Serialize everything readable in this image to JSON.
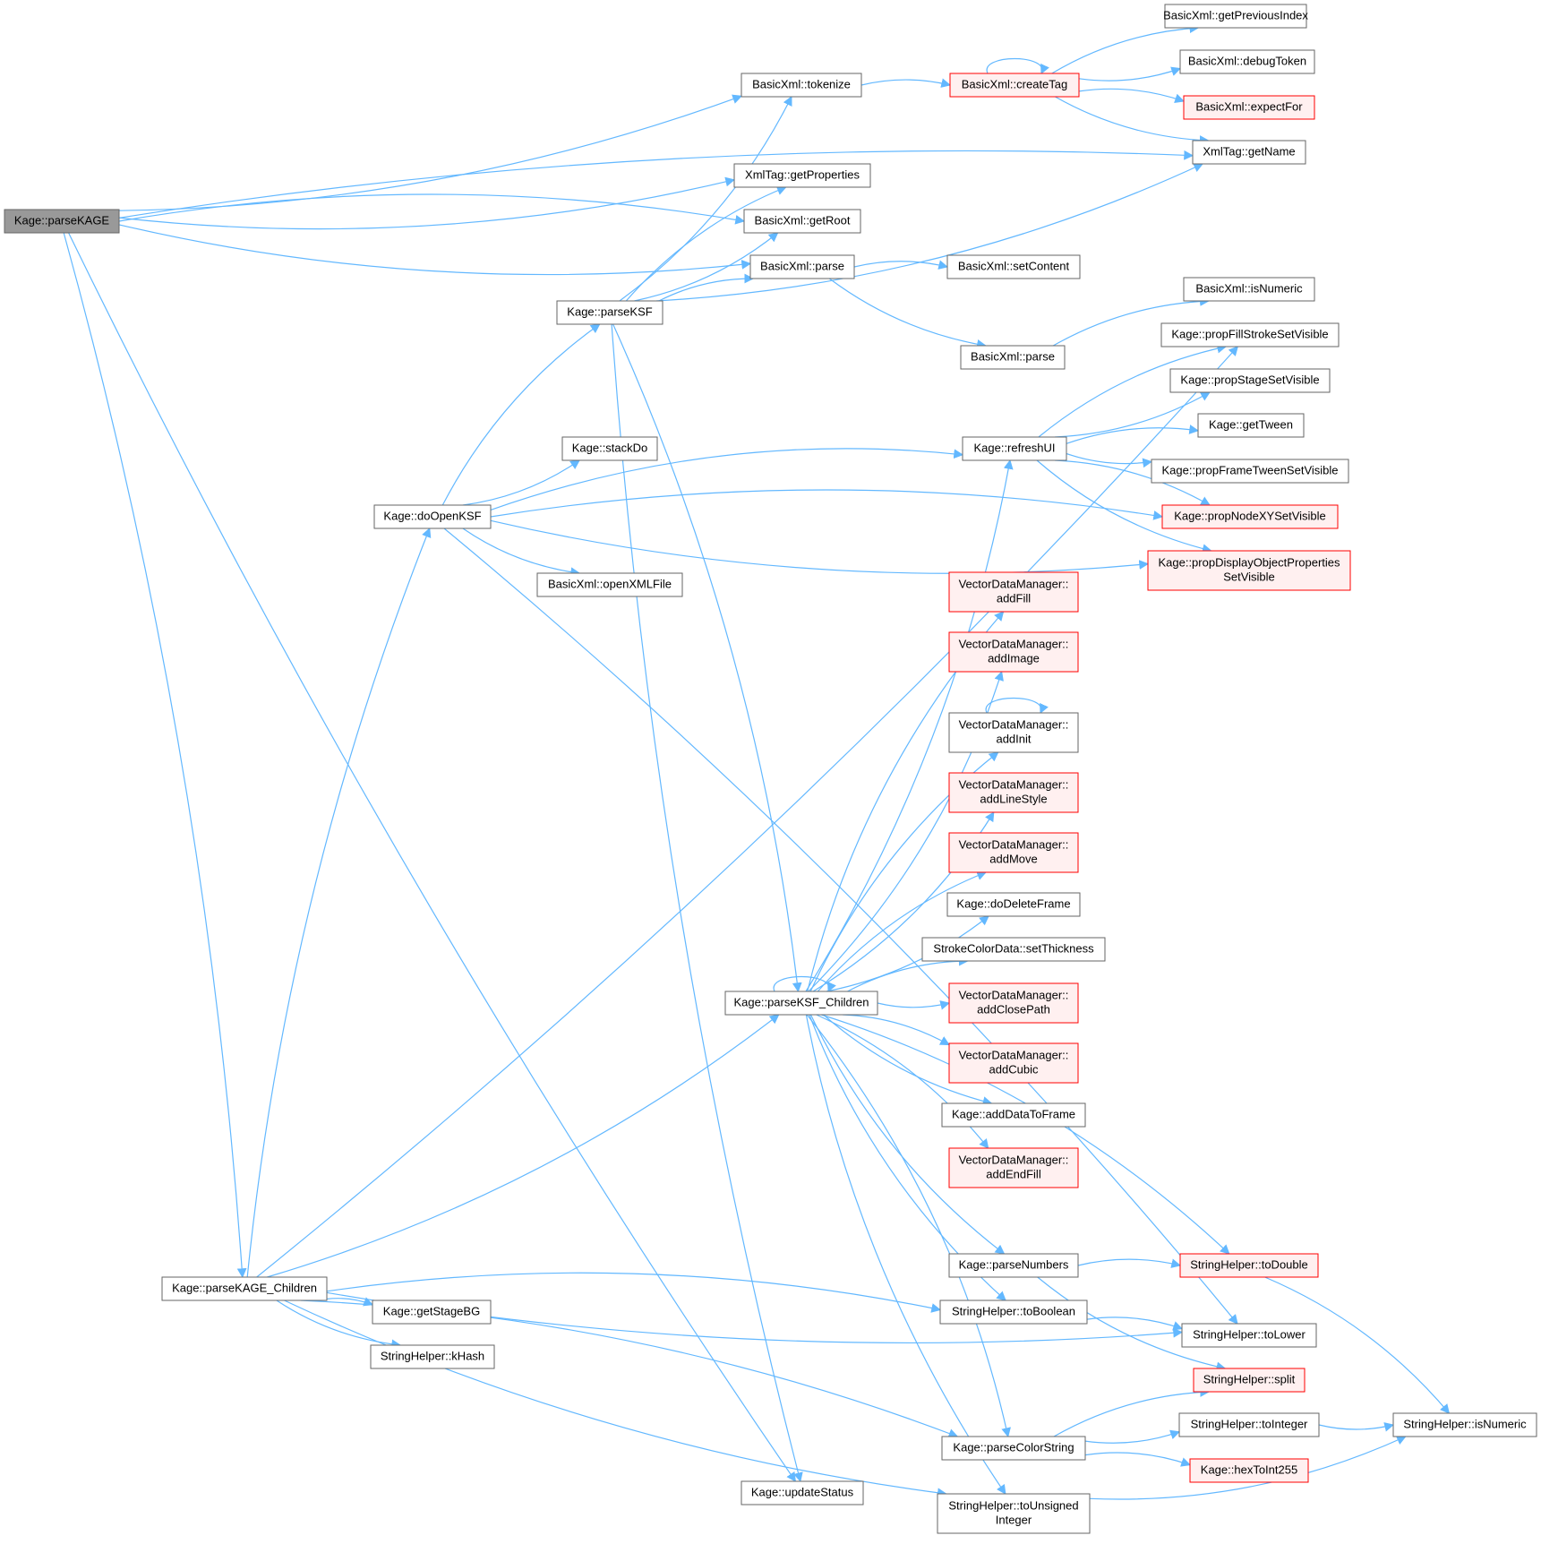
{
  "nodes": [
    {
      "id": "parseKAGE",
      "label": "Kage::parseKAGE",
      "kind": "root"
    },
    {
      "id": "tokenize",
      "label": "BasicXml::tokenize",
      "kind": "normal"
    },
    {
      "id": "createTag",
      "label": "BasicXml::createTag",
      "kind": "truncated"
    },
    {
      "id": "getPreviousIndex",
      "label": "BasicXml::getPreviousIndex",
      "kind": "normal"
    },
    {
      "id": "debugToken",
      "label": "BasicXml::debugToken",
      "kind": "normal"
    },
    {
      "id": "expectFor",
      "label": "BasicXml::expectFor",
      "kind": "truncated"
    },
    {
      "id": "getName",
      "label": "XmlTag::getName",
      "kind": "normal"
    },
    {
      "id": "getProperties",
      "label": "XmlTag::getProperties",
      "kind": "normal"
    },
    {
      "id": "getRoot",
      "label": "BasicXml::getRoot",
      "kind": "normal"
    },
    {
      "id": "parse1",
      "label": "BasicXml::parse",
      "kind": "normal"
    },
    {
      "id": "setContent",
      "label": "BasicXml::setContent",
      "kind": "normal"
    },
    {
      "id": "parseKSF",
      "label": "Kage::parseKSF",
      "kind": "normal"
    },
    {
      "id": "isNumericXml",
      "label": "BasicXml::isNumeric",
      "kind": "normal"
    },
    {
      "id": "parse2",
      "label": "BasicXml::parse",
      "kind": "normal"
    },
    {
      "id": "propFillStroke",
      "label": "Kage::propFillStrokeSetVisible",
      "kind": "normal"
    },
    {
      "id": "propStage",
      "label": "Kage::propStageSetVisible",
      "kind": "normal"
    },
    {
      "id": "stackDo",
      "label": "Kage::stackDo",
      "kind": "normal"
    },
    {
      "id": "refreshUI",
      "label": "Kage::refreshUI",
      "kind": "normal"
    },
    {
      "id": "getTween",
      "label": "Kage::getTween",
      "kind": "normal"
    },
    {
      "id": "propFrameTween",
      "label": "Kage::propFrameTweenSetVisible",
      "kind": "normal"
    },
    {
      "id": "doOpenKSF",
      "label": "Kage::doOpenKSF",
      "kind": "normal"
    },
    {
      "id": "propNodeXY",
      "label": "Kage::propNodeXYSetVisible",
      "kind": "truncated"
    },
    {
      "id": "openXMLFile",
      "label": "BasicXml::openXMLFile",
      "kind": "normal"
    },
    {
      "id": "propDisplayObject",
      "label": "Kage::propDisplayObjectProperties\nSetVisible",
      "kind": "truncated"
    },
    {
      "id": "addFill",
      "label": "VectorDataManager::\naddFill",
      "kind": "truncated"
    },
    {
      "id": "addImage",
      "label": "VectorDataManager::\naddImage",
      "kind": "truncated"
    },
    {
      "id": "addInit",
      "label": "VectorDataManager::\naddInit",
      "kind": "normal"
    },
    {
      "id": "addLineStyle",
      "label": "VectorDataManager::\naddLineStyle",
      "kind": "truncated"
    },
    {
      "id": "addMove",
      "label": "VectorDataManager::\naddMove",
      "kind": "truncated"
    },
    {
      "id": "doDeleteFrame",
      "label": "Kage::doDeleteFrame",
      "kind": "normal"
    },
    {
      "id": "setThickness",
      "label": "StrokeColorData::setThickness",
      "kind": "normal"
    },
    {
      "id": "parseKSFChildren",
      "label": "Kage::parseKSF_Children",
      "kind": "normal"
    },
    {
      "id": "addClosePath",
      "label": "VectorDataManager::\naddClosePath",
      "kind": "truncated"
    },
    {
      "id": "addCubic",
      "label": "VectorDataManager::\naddCubic",
      "kind": "truncated"
    },
    {
      "id": "addDataToFrame",
      "label": "Kage::addDataToFrame",
      "kind": "normal"
    },
    {
      "id": "addEndFill",
      "label": "VectorDataManager::\naddEndFill",
      "kind": "truncated"
    },
    {
      "id": "parseNumbers",
      "label": "Kage::parseNumbers",
      "kind": "normal"
    },
    {
      "id": "toDouble",
      "label": "StringHelper::toDouble",
      "kind": "truncated"
    },
    {
      "id": "parseKAGEChildren",
      "label": "Kage::parseKAGE_Children",
      "kind": "normal"
    },
    {
      "id": "getStageBG",
      "label": "Kage::getStageBG",
      "kind": "normal"
    },
    {
      "id": "toBoolean",
      "label": "StringHelper::toBoolean",
      "kind": "normal"
    },
    {
      "id": "toLower",
      "label": "StringHelper::toLower",
      "kind": "normal"
    },
    {
      "id": "kHash",
      "label": "StringHelper::kHash",
      "kind": "normal"
    },
    {
      "id": "split",
      "label": "StringHelper::split",
      "kind": "truncated"
    },
    {
      "id": "toInteger",
      "label": "StringHelper::toInteger",
      "kind": "normal"
    },
    {
      "id": "isNumericSH",
      "label": "StringHelper::isNumeric",
      "kind": "normal"
    },
    {
      "id": "parseColorString",
      "label": "Kage::parseColorString",
      "kind": "normal"
    },
    {
      "id": "hexToInt255",
      "label": "Kage::hexToInt255",
      "kind": "truncated"
    },
    {
      "id": "updateStatus",
      "label": "Kage::updateStatus",
      "kind": "normal"
    },
    {
      "id": "toUnsignedInteger",
      "label": "StringHelper::toUnsigned\nInteger",
      "kind": "normal"
    }
  ],
  "edges": [
    [
      "parseKAGE",
      "tokenize"
    ],
    [
      "parseKAGE",
      "getName"
    ],
    [
      "parseKAGE",
      "getProperties"
    ],
    [
      "parseKAGE",
      "getRoot"
    ],
    [
      "parseKAGE",
      "parse1"
    ],
    [
      "parseKAGE",
      "parseKAGEChildren"
    ],
    [
      "parseKAGE",
      "updateStatus"
    ],
    [
      "tokenize",
      "createTag"
    ],
    [
      "createTag",
      "createTag"
    ],
    [
      "createTag",
      "getPreviousIndex"
    ],
    [
      "createTag",
      "debugToken"
    ],
    [
      "createTag",
      "expectFor"
    ],
    [
      "createTag",
      "getName"
    ],
    [
      "parse1",
      "setContent"
    ],
    [
      "parse1",
      "parse2"
    ],
    [
      "parse2",
      "isNumericXml"
    ],
    [
      "parseKSF",
      "tokenize"
    ],
    [
      "parseKSF",
      "getProperties"
    ],
    [
      "parseKSF",
      "getRoot"
    ],
    [
      "parseKSF",
      "parse1"
    ],
    [
      "parseKSF",
      "getName"
    ],
    [
      "parseKSF",
      "parseKSFChildren"
    ],
    [
      "parseKSF",
      "updateStatus"
    ],
    [
      "refreshUI",
      "propFillStroke"
    ],
    [
      "refreshUI",
      "propStage"
    ],
    [
      "refreshUI",
      "getTween"
    ],
    [
      "refreshUI",
      "propFrameTween"
    ],
    [
      "refreshUI",
      "propNodeXY"
    ],
    [
      "refreshUI",
      "propDisplayObject"
    ],
    [
      "doOpenKSF",
      "parseKSF"
    ],
    [
      "doOpenKSF",
      "stackDo"
    ],
    [
      "doOpenKSF",
      "refreshUI"
    ],
    [
      "doOpenKSF",
      "openXMLFile"
    ],
    [
      "doOpenKSF",
      "propNodeXY"
    ],
    [
      "doOpenKSF",
      "propDisplayObject"
    ],
    [
      "doOpenKSF",
      "toLower"
    ],
    [
      "addInit",
      "addInit"
    ],
    [
      "parseKSFChildren",
      "parseKSFChildren"
    ],
    [
      "parseKSFChildren",
      "refreshUI"
    ],
    [
      "parseKSFChildren",
      "addFill"
    ],
    [
      "parseKSFChildren",
      "addImage"
    ],
    [
      "parseKSFChildren",
      "addInit"
    ],
    [
      "parseKSFChildren",
      "addLineStyle"
    ],
    [
      "parseKSFChildren",
      "addMove"
    ],
    [
      "parseKSFChildren",
      "doDeleteFrame"
    ],
    [
      "parseKSFChildren",
      "setThickness"
    ],
    [
      "parseKSFChildren",
      "addClosePath"
    ],
    [
      "parseKSFChildren",
      "addCubic"
    ],
    [
      "parseKSFChildren",
      "addDataToFrame"
    ],
    [
      "parseKSFChildren",
      "addEndFill"
    ],
    [
      "parseKSFChildren",
      "parseNumbers"
    ],
    [
      "parseKSFChildren",
      "toDouble"
    ],
    [
      "parseKSFChildren",
      "toBoolean"
    ],
    [
      "parseKSFChildren",
      "parseColorString"
    ],
    [
      "parseKSFChildren",
      "toUnsignedInteger"
    ],
    [
      "parseNumbers",
      "toDouble"
    ],
    [
      "parseNumbers",
      "split"
    ],
    [
      "toDouble",
      "isNumericSH"
    ],
    [
      "parseKAGEChildren",
      "propFillStroke"
    ],
    [
      "parseKAGEChildren",
      "doOpenKSF"
    ],
    [
      "parseKAGEChildren",
      "parseKSFChildren"
    ],
    [
      "parseKAGEChildren",
      "getStageBG"
    ],
    [
      "parseKAGEChildren",
      "kHash"
    ],
    [
      "parseKAGEChildren",
      "toBoolean"
    ],
    [
      "parseKAGEChildren",
      "toLower"
    ],
    [
      "parseKAGEChildren",
      "parseColorString"
    ],
    [
      "parseKAGEChildren",
      "toUnsignedInteger"
    ],
    [
      "toBoolean",
      "toLower"
    ],
    [
      "toInteger",
      "isNumericSH"
    ],
    [
      "parseColorString",
      "split"
    ],
    [
      "parseColorString",
      "toInteger"
    ],
    [
      "parseColorString",
      "hexToInt255"
    ],
    [
      "toUnsignedInteger",
      "isNumericSH"
    ]
  ]
}
